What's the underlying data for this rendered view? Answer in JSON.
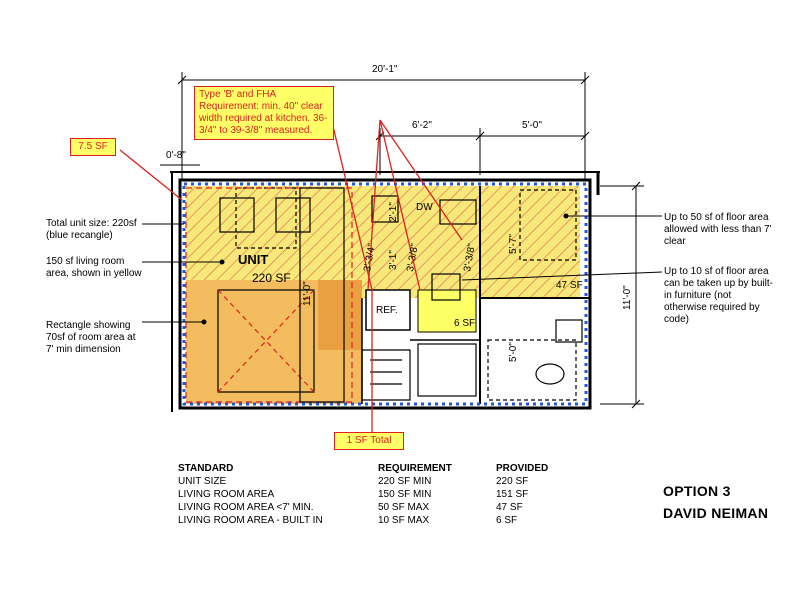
{
  "dimensions": {
    "overall": "20'-1\"",
    "kitchen": "6'-2\"",
    "bath_width": "5'-0\"",
    "height_overall": "11'-0\"",
    "living_height": "11'-0\"",
    "wall_offset": "0'-8\"",
    "dw_gap": "2'-1\"",
    "counter_1": "3'-1\"",
    "bath_depth": "5'-0\"",
    "closet_depth": "5'-7\"",
    "kitchen_diag_1": "3'-3/4\"",
    "kitchen_diag_2": "3'-3/8\"",
    "kitchen_diag_3": "3'-3/8\""
  },
  "labels": {
    "unit_title": "UNIT",
    "unit_area": "220 SF",
    "dw": "DW",
    "ref": "REF.",
    "area_6sf": "6 SF",
    "area_47sf": "47 SF"
  },
  "callouts": {
    "fha": "Type 'B' and FHA Requirement: min. 40\" clear width required at kitchen. 36-3/4\" to 39-3/8\" measured.",
    "sf_7_5": "7.5 SF",
    "sf_1_total": "1 SF Total"
  },
  "notes": {
    "unit_size": "Total unit size: 220sf (blue recangle)",
    "living_room": "150 sf living room area, shown in yellow",
    "rectangle": "Rectangle showing 70sf of room area at 7' min dimension",
    "fifty_sf": "Up to 50 sf of floor area allowed with less than 7' clear",
    "ten_sf": "Up to 10 sf of floor area can be taken up by built-in furniture (not otherwise required by code)"
  },
  "table": {
    "headers": [
      "STANDARD",
      "REQUIREMENT",
      "PROVIDED"
    ],
    "rows": [
      [
        "UNIT SIZE",
        "220 SF MIN",
        "220 SF"
      ],
      [
        "LIVING ROOM AREA",
        "150 SF MIN",
        "151 SF"
      ],
      [
        "LIVING ROOM AREA <7' MIN.",
        "50 SF MAX",
        "47 SF"
      ],
      [
        "LIVING ROOM AREA - BUILT IN",
        "10 SF MAX",
        "6 SF"
      ]
    ]
  },
  "option": {
    "line1": "OPTION 3",
    "line2": "DAVID NEIMAN"
  },
  "colors": {
    "living_yellow": "#f7e87a",
    "rect_orange": "#f2b45a",
    "hatch_red": "#e04040",
    "unit_blue": "#2255dd",
    "callout_yellow": "#ffff66",
    "callout_red": "#e02020"
  }
}
